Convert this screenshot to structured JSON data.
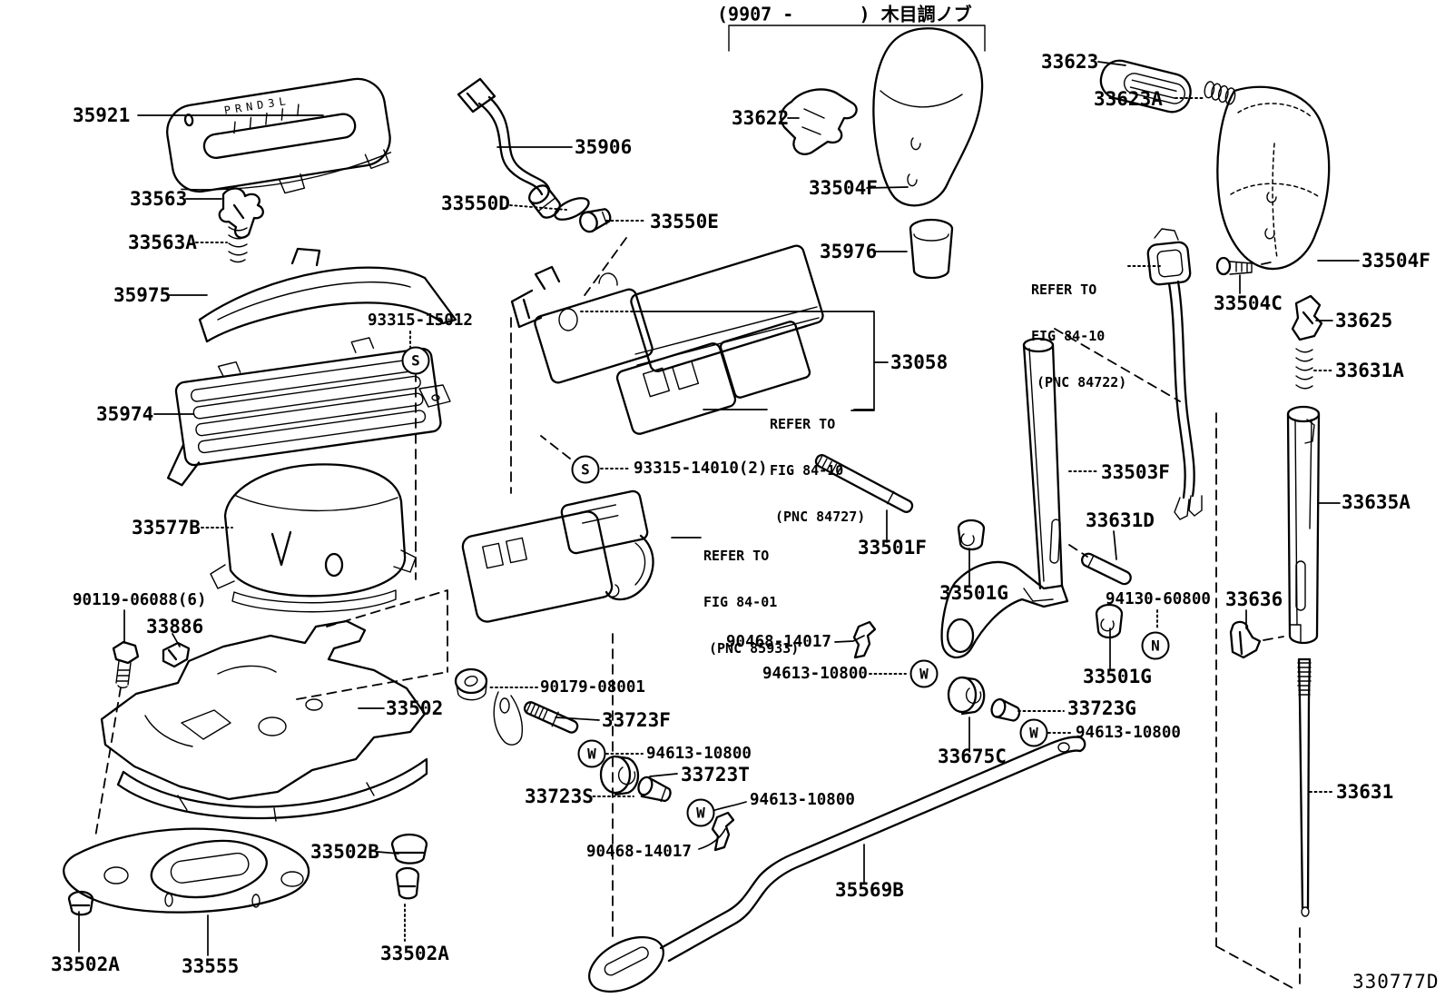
{
  "header": {
    "note": "(9907 -      ) 木目調ノブ"
  },
  "footer": {
    "diagram_number": "330777D"
  },
  "plate": {
    "shift_pattern": "PRND3L"
  },
  "symbols": {
    "s": "S",
    "w": "W",
    "n": "N"
  },
  "refs": {
    "pnc84727": {
      "l1": "REFER TO",
      "l2": "FIG 84-10",
      "l3": "(PNC 84727)"
    },
    "pnc85933": {
      "l1": "REFER TO",
      "l2": "FIG 84-01",
      "l3": "(PNC 85933)"
    },
    "pnc84722": {
      "l1": "REFER TO",
      "l2": "FIG 84-10",
      "l3": "(PNC 84722)"
    }
  },
  "callouts": {
    "k35921": {
      "text": "35921"
    },
    "k33563": {
      "text": "33563"
    },
    "k33563a": {
      "text": "33563A"
    },
    "k35975": {
      "text": "35975"
    },
    "k35906": {
      "text": "35906"
    },
    "k33550d": {
      "text": "33550D"
    },
    "k33550e": {
      "text": "33550E"
    },
    "k93315_15012": {
      "text": "93315-15012"
    },
    "k35974": {
      "text": "35974"
    },
    "k33577b": {
      "text": "33577B"
    },
    "k90119": {
      "text": "90119-06088(6)"
    },
    "k33886": {
      "text": "33886"
    },
    "k33502": {
      "text": "33502"
    },
    "k90179": {
      "text": "90179-08001"
    },
    "k33723f": {
      "text": "33723F"
    },
    "k94613_a": {
      "text": "94613-10800"
    },
    "k33723t": {
      "text": "33723T"
    },
    "k33723s": {
      "text": "33723S"
    },
    "k94613_b": {
      "text": "94613-10800"
    },
    "k90468_a": {
      "text": "90468-14017"
    },
    "k90468_b": {
      "text": "90468-14017"
    },
    "k94613_c": {
      "text": "94613-10800"
    },
    "k33501f": {
      "text": "33501F"
    },
    "k33501g_a": {
      "text": "33501G"
    },
    "k33058": {
      "text": "33058"
    },
    "k93315_14010": {
      "text": "93315-14010(2)"
    },
    "k33675c": {
      "text": "33675C"
    },
    "k33723g": {
      "text": "33723G"
    },
    "k94613_d": {
      "text": "94613-10800"
    },
    "k33501g_b": {
      "text": "33501G"
    },
    "k94130": {
      "text": "94130-60800"
    },
    "k33636": {
      "text": "33636"
    },
    "k33503f": {
      "text": "33503F"
    },
    "k33631d": {
      "text": "33631D"
    },
    "k33635a": {
      "text": "33635A"
    },
    "k33631": {
      "text": "33631"
    },
    "k33631a": {
      "text": "33631A"
    },
    "k33625": {
      "text": "33625"
    },
    "k33504c": {
      "text": "33504C"
    },
    "k33623": {
      "text": "33623"
    },
    "k33623a": {
      "text": "33623A"
    },
    "k33504f_r": {
      "text": "33504F"
    },
    "k33622": {
      "text": "33622"
    },
    "k33504f_m": {
      "text": "33504F"
    },
    "k35976": {
      "text": "35976"
    },
    "k35569b": {
      "text": "35569B"
    },
    "k33502b": {
      "text": "33502B"
    },
    "k33502a_r": {
      "text": "33502A"
    },
    "k33555": {
      "text": "33555"
    },
    "k33502a_l": {
      "text": "33502A"
    }
  }
}
